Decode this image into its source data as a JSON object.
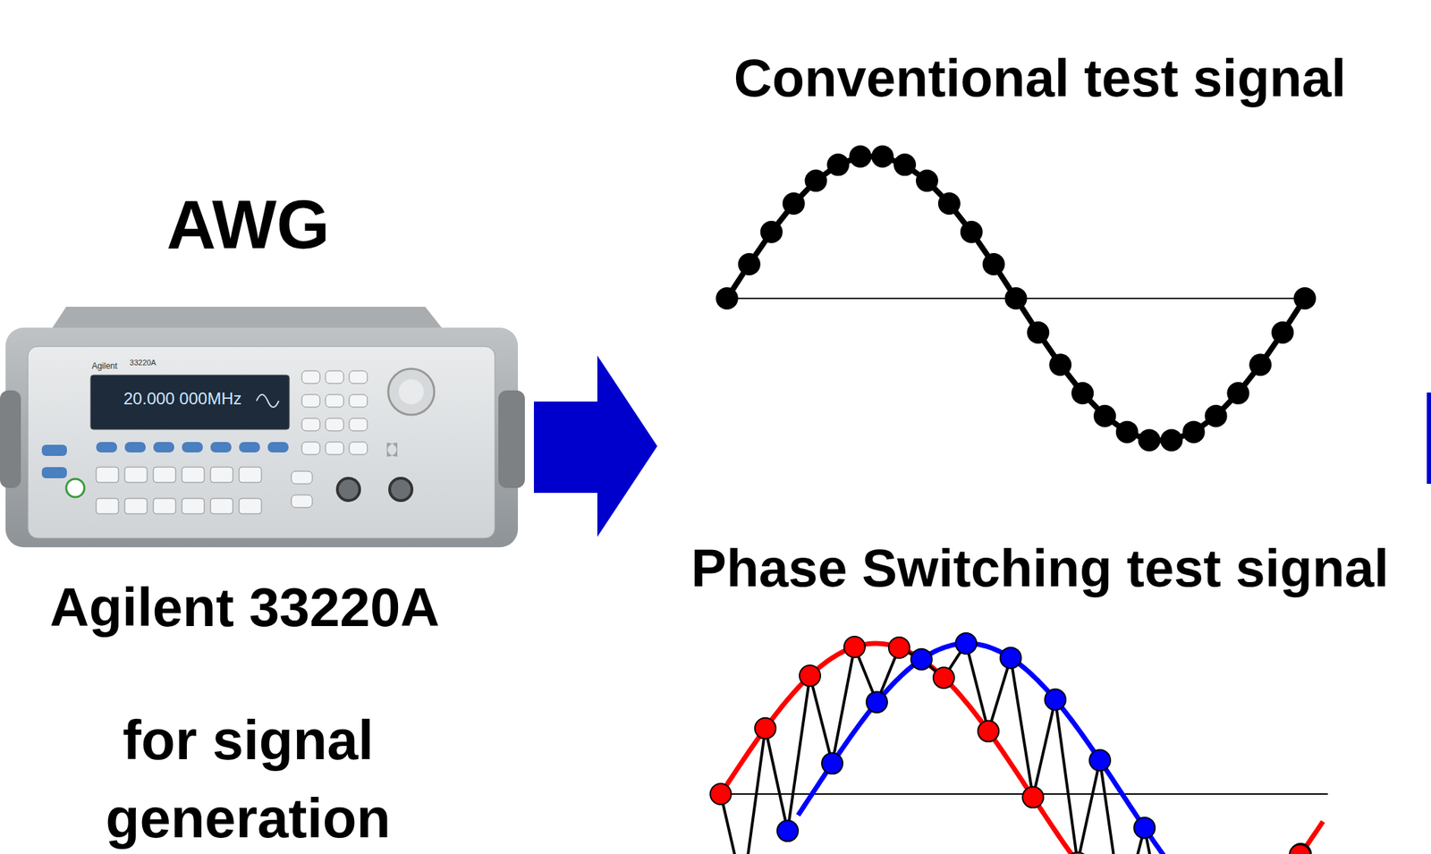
{
  "diagram": {
    "labels": [
      "AWG",
      "Agilent",
      "33220A",
      "20.000 000MHz",
      "Agilent 33220A",
      "for signal generation",
      "Conventional test signal",
      "Phase Switching test signal"
    ]
  }
}
